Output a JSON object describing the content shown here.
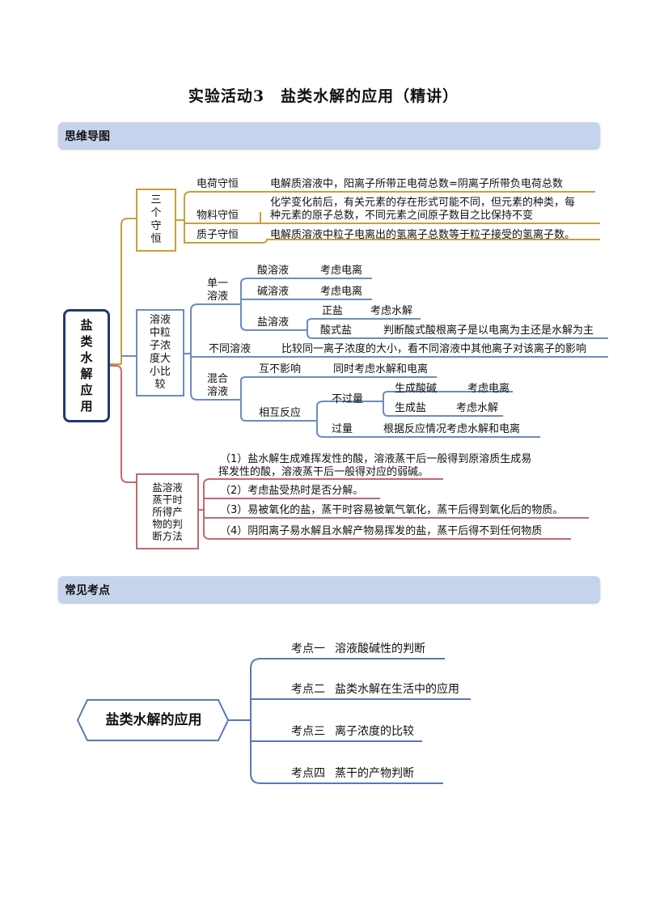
{
  "title": "实验活动3　盐类水解的应用（精讲）",
  "section1": "思维导图",
  "section2": "常见考点",
  "mindmap": {
    "root": "盐类水解应用",
    "guard": {
      "label": "三个守恒",
      "items": [
        {
          "name": "电荷守恒",
          "desc": "电解质溶液中，阳离子所带正电荷总数=阴离子所带负电荷总数"
        },
        {
          "name": "物料守恒",
          "desc1": "化学变化前后，有关元素的存在形式可能不同，但元素的种类，每",
          "desc2": "种元素的原子总数，不同元素之间原子数目之比保持不变"
        },
        {
          "name": "质子守恒",
          "desc": "电解质溶液中粒子电离出的氢离子总数等于粒子接受的氢离子数。"
        }
      ]
    },
    "conc": {
      "label": "溶液中粒子浓度大小比较",
      "single": "单一溶液",
      "acid": "酸溶液",
      "acid_note": "考虑电离",
      "base": "碱溶液",
      "base_note": "考虑电离",
      "salt": "盐溶液",
      "normal": "正盐",
      "normal_note": "考虑水解",
      "acidsalt": "酸式盐",
      "acidsalt_note": "判断酸式酸根离子是以电离为主还是水解为主",
      "diff": "不同溶液",
      "diff_note": "比较同一离子浓度的大小，看不同溶液中其他离子对该离子的影响",
      "mixed": "混合溶液",
      "noeffect": "互不影响",
      "noeffect_note": "同时考虑水解和电离",
      "react": "相互反应",
      "notexcess": "不过量",
      "genbase": "生成酸碱",
      "genbase_note": "考虑电离",
      "gensalt": "生成盐",
      "gensalt_note": "考虑水解",
      "excess": "过量",
      "excess_note": "根据反应情况考虑水解和电离"
    },
    "evap": {
      "label": "盐溶液蒸干时所得产物的判断方法",
      "i1a": "（1）盐水解生成难挥发性的酸，溶液蒸干后一般得到原溶质生成易",
      "i1b": "挥发性的酸，溶液蒸干后一般得对应的弱碱。",
      "i2": "（2）考虑盐受热时是否分解。",
      "i3": "（3）易被氧化的盐，蒸干时容易被氧气氧化，蒸干后得到氧化后的物质。",
      "i4": "（4）阴阳离子易水解且水解产物易挥发的盐，蒸干后得不到任何物质"
    }
  },
  "kp": {
    "root": "盐类水解的应用",
    "items": [
      {
        "num": "考点一",
        "text": "溶液酸碱性的判断"
      },
      {
        "num": "考点二",
        "text": "盐类水解在生活中的应用"
      },
      {
        "num": "考点三",
        "text": "离子浓度的比较"
      },
      {
        "num": "考点四",
        "text": "蒸干的产物判断"
      }
    ]
  },
  "colors": {
    "gold": "#c9a13a",
    "blue": "#6c8cc0",
    "red": "#c4686b",
    "navy": "#1f3b6e",
    "bar": "#c6d3ec"
  }
}
